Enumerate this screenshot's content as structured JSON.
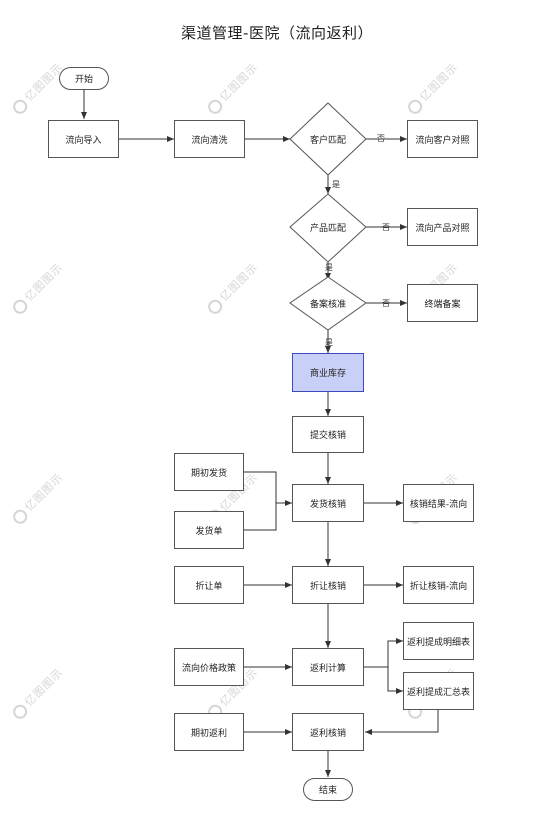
{
  "title": "渠道管理-医院（流向返利）",
  "nodes": {
    "start": "开始",
    "import": "流向导入",
    "clean": "流向清洗",
    "customer_match": "客户匹配",
    "customer_compare": "流向客户对照",
    "product_match": "产品匹配",
    "product_compare": "流向产品对照",
    "filing_approval": "备案核准",
    "terminal_filing": "终端备案",
    "commercial_inventory": "商业库存",
    "submit_writeoff": "提交核销",
    "initial_shipment": "期初发货",
    "shipment_doc": "发货单",
    "shipment_writeoff": "发货核销",
    "writeoff_result": "核销结果-流向",
    "discount_doc": "折让单",
    "discount_writeoff": "折让核销",
    "discount_writeoff_flow": "折让核销-流向",
    "price_policy": "流向价格政策",
    "rebate_calc": "返利计算",
    "rebate_detail": "返利提成明细表",
    "rebate_summary": "返利提成汇总表",
    "initial_rebate": "期初返利",
    "rebate_writeoff": "返利核销",
    "end": "结束"
  },
  "edge_labels": {
    "no": "否",
    "yes": "是"
  },
  "watermark": "亿图图示",
  "colors": {
    "highlight_fill": "#c9d0f7",
    "highlight_border": "#3a4bbf",
    "line": "#333333"
  }
}
